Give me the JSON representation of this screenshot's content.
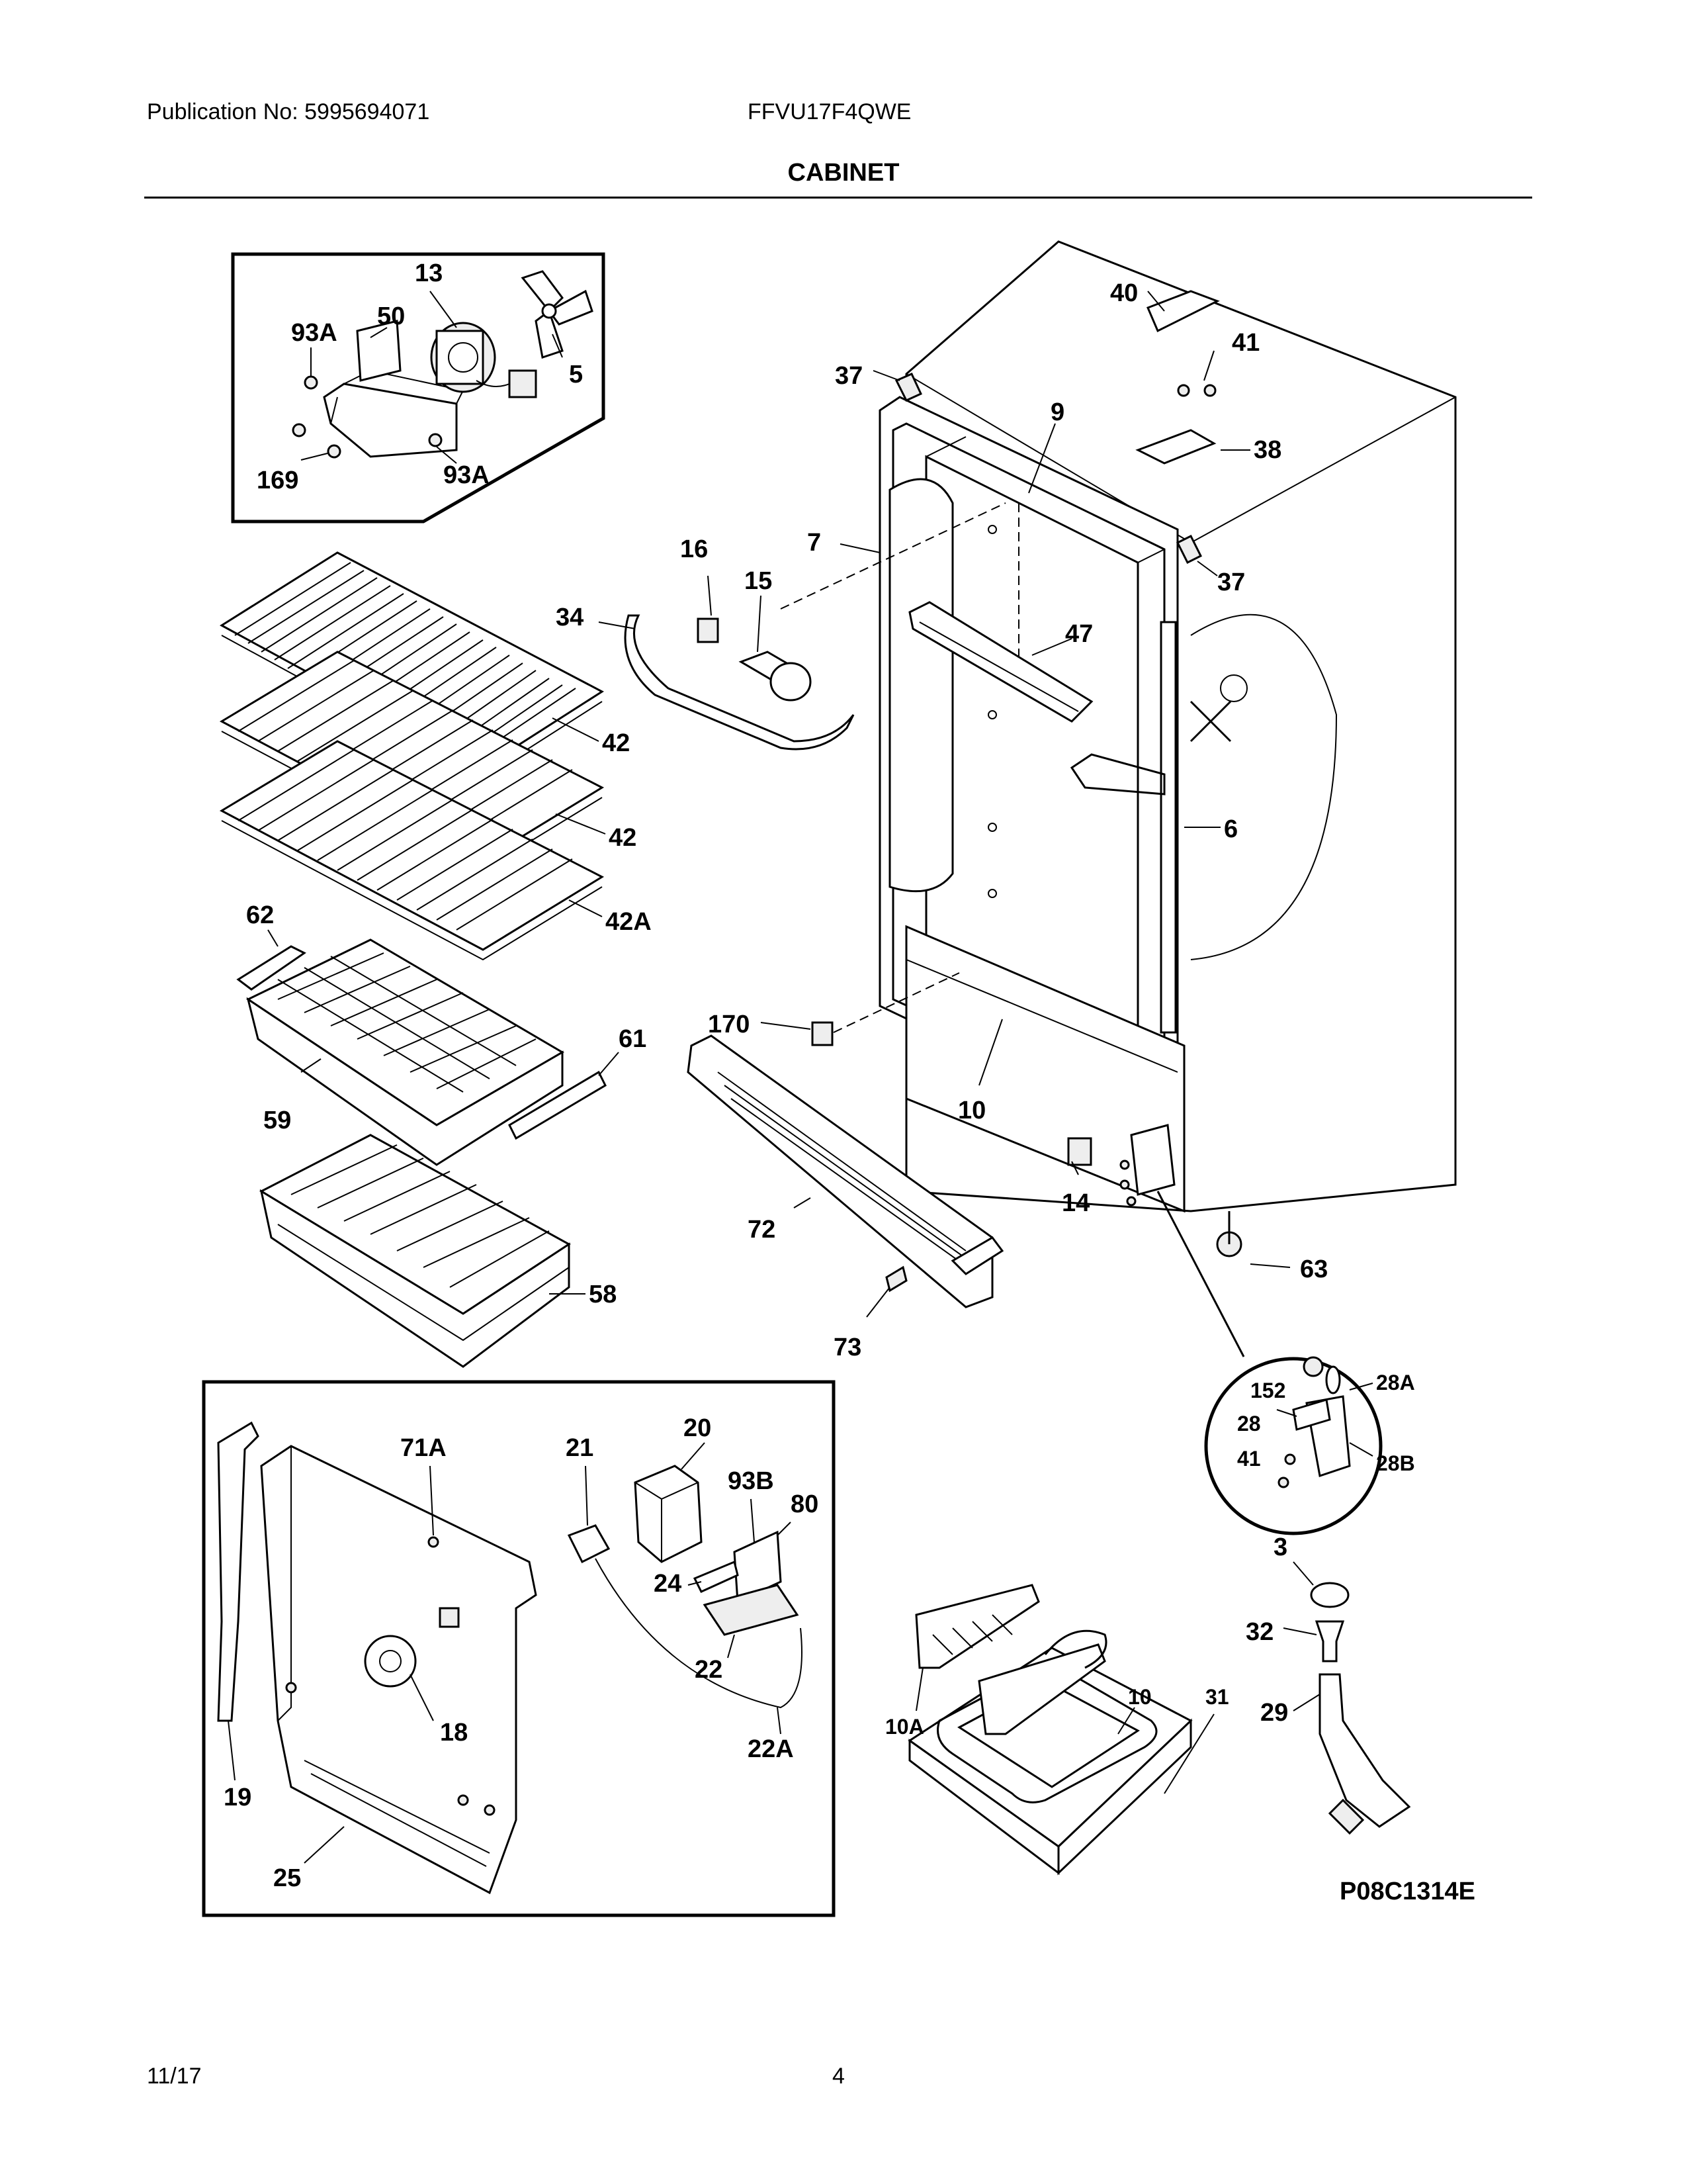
{
  "header": {
    "publication": "Publication No: 5995694071",
    "model": "FFVU17F4QWE",
    "title": "CABINET"
  },
  "footer": {
    "date": "11/17",
    "page": "4"
  },
  "diagram": {
    "code": "P08C1314E",
    "callouts": {
      "c13": "13",
      "c50": "50",
      "c93a_1": "93A",
      "c5": "5",
      "c169": "169",
      "c93a_2": "93A",
      "c37_1": "37",
      "c40": "40",
      "c41_1": "41",
      "c9": "9",
      "c38": "38",
      "c37_2": "37",
      "c7": "7",
      "c16": "16",
      "c15": "15",
      "c34": "34",
      "c47": "47",
      "c42_1": "42",
      "c42_2": "42",
      "c42a": "42A",
      "c6": "6",
      "c62": "62",
      "c170": "170",
      "c61": "61",
      "c10_1": "10",
      "c59": "59",
      "c14": "14",
      "c72": "72",
      "c63": "63",
      "c58": "58",
      "c73": "73",
      "c152": "152",
      "c28a": "28A",
      "c28": "28",
      "c41_2": "41",
      "c28b": "28B",
      "c20": "20",
      "c71a": "71A",
      "c21": "21",
      "c93b": "93B",
      "c80": "80",
      "c24": "24",
      "c22": "22",
      "c18": "18",
      "c22a": "22A",
      "c19": "19",
      "c25": "25",
      "c3": "3",
      "c32": "32",
      "c29": "29",
      "c10a": "10A",
      "c10_2": "10",
      "c31": "31"
    }
  }
}
